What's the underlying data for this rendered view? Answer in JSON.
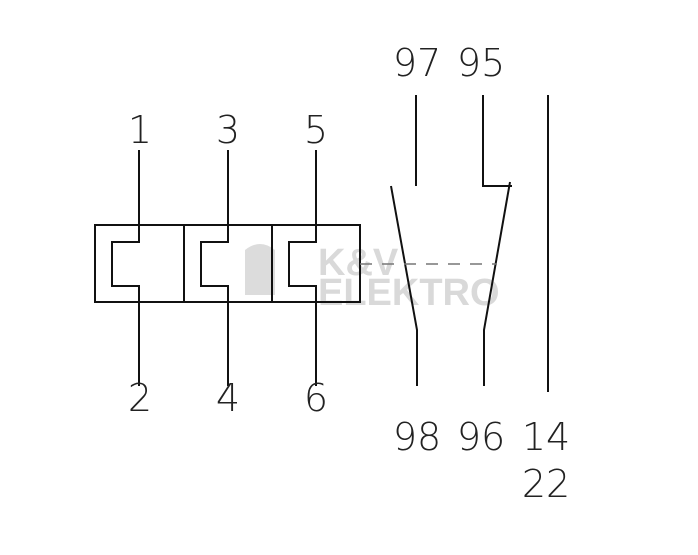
{
  "diagram": {
    "watermark": "K&V ELEKTRO",
    "watermark_line1": "K&V",
    "watermark_line2": "ELEKTRO",
    "main_terminals_top": [
      "1",
      "3",
      "5"
    ],
    "main_terminals_bottom": [
      "2",
      "4",
      "6"
    ],
    "aux_top": [
      "97",
      "95"
    ],
    "aux_bottom": [
      "98",
      "96",
      "14"
    ],
    "aux_extra": "22"
  }
}
